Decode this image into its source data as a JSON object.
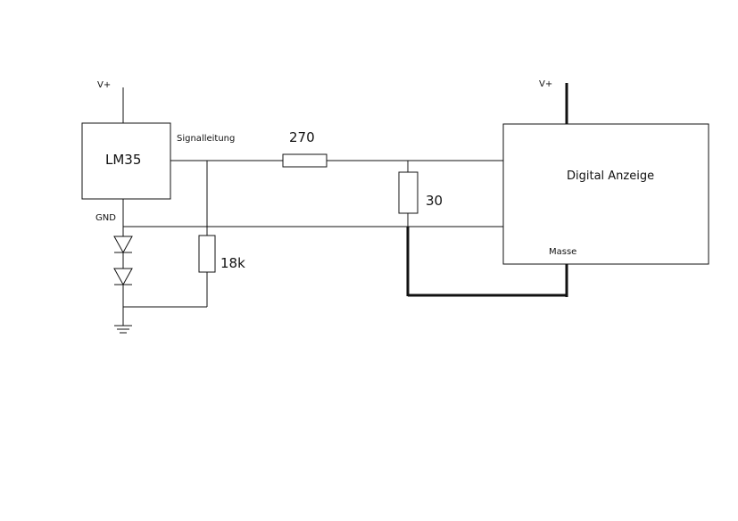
{
  "labels": {
    "vplus_left": "V+",
    "vplus_right": "V+",
    "sensor": "LM35",
    "signal": "Signalleitung",
    "gnd": "GND",
    "r_series": "270",
    "r_shunt": "30",
    "r_pulldown": "18k",
    "display": "Digital Anzeige",
    "masse": "Masse"
  },
  "colors": {
    "line": "#111111",
    "background": "#ffffff"
  }
}
